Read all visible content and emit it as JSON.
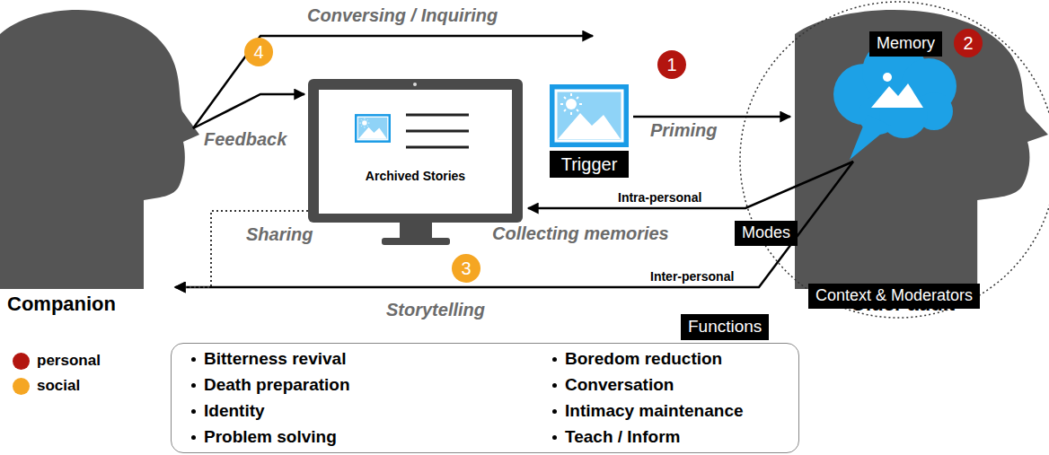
{
  "diagram": {
    "nodes": [
      {
        "text": [
          "Companion"
        ]
      },
      {
        "text": [
          "Archived Stories"
        ]
      },
      {
        "text": [
          "Trigger"
        ]
      },
      {
        "text": [
          "Older adult"
        ]
      },
      {
        "text": [
          "Memory"
        ],
        "in": 3
      },
      {
        "text": [
          "Modes"
        ]
      },
      {
        "text": [
          "Context & Moderators"
        ],
        "in": 3
      },
      {
        "text": [
          "Functions",
          "Bitterness revival",
          "Death preparation",
          "Identity",
          "Problem solving",
          "Boredom reduction",
          "Conversation",
          "Intimacy maintenance",
          "Teach / Inform"
        ]
      }
    ],
    "edges": [
      {
        "from": 0,
        "to": 3,
        "label": "Conversing / Inquiring",
        "arrow": "to"
      },
      {
        "from": 0,
        "to": 1,
        "label": "Feedback",
        "arrow": "to"
      },
      {
        "from": 2,
        "to": 3,
        "label": "Priming",
        "arrow": "to"
      },
      {
        "from": 3,
        "to": 1,
        "label": "Intra-personal",
        "arrow": "to"
      },
      {
        "from": 3,
        "to": 0,
        "label": "Inter-personal",
        "arrow": "to"
      },
      {
        "from": 1,
        "to": 0,
        "label": "Sharing",
        "arrow": "to"
      }
    ],
    "labels": [
      "Collecting memories",
      "Storytelling",
      "1",
      "2",
      "3",
      "4"
    ],
    "legend": [
      {
        "text": "personal",
        "color": "#b3150f"
      },
      {
        "text": "social",
        "color": "#f5a623"
      }
    ]
  }
}
